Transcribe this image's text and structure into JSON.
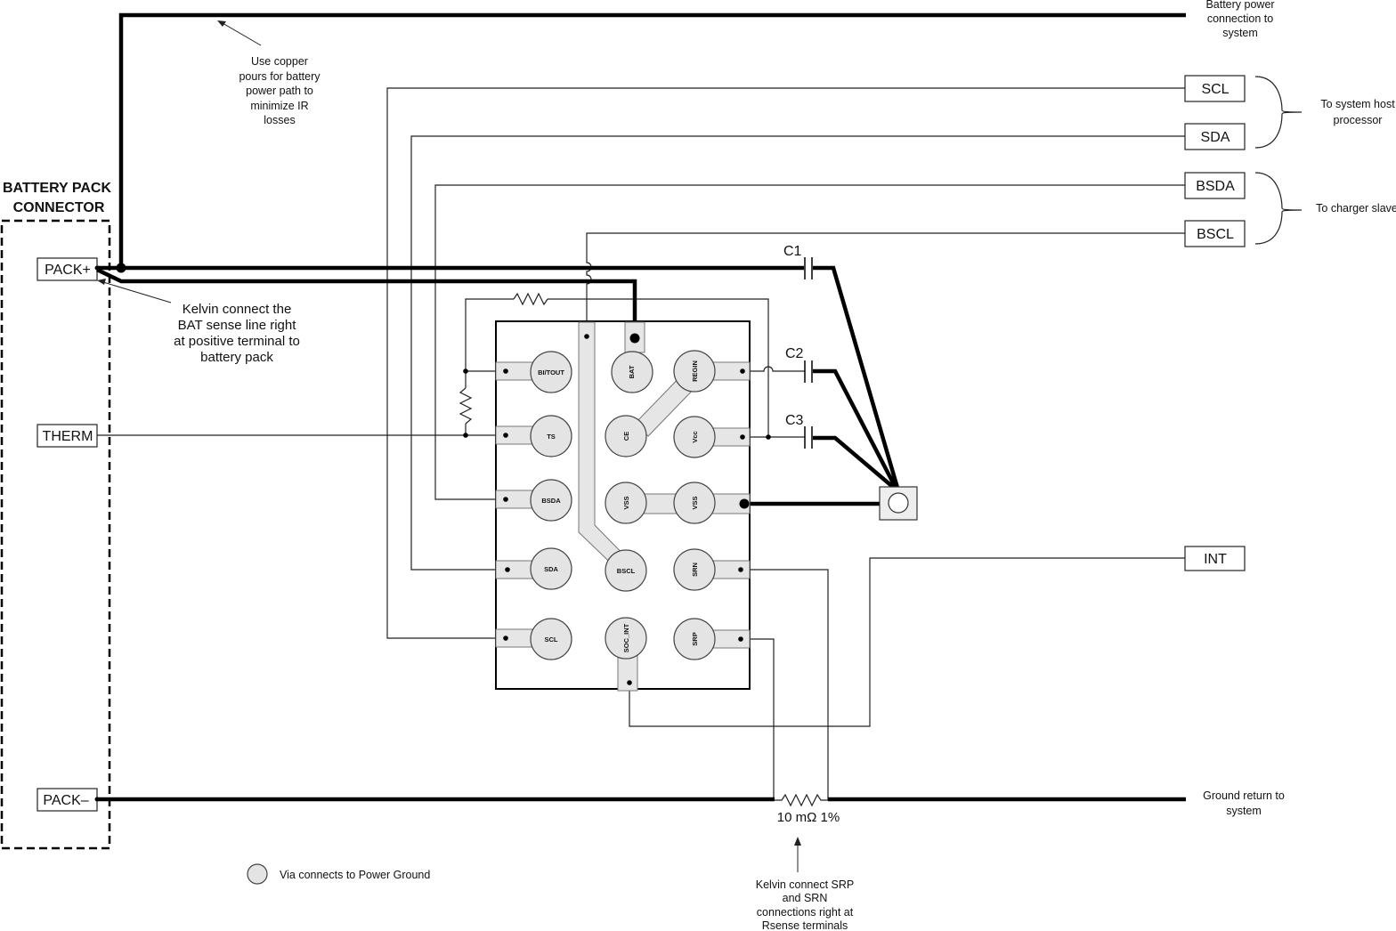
{
  "connector": {
    "header_line1": "BATTERY PACK",
    "header_line2": "CONNECTOR",
    "pack_plus": "PACK+",
    "therm": "THERM",
    "pack_minus": "PACK–"
  },
  "signals": {
    "scl": "SCL",
    "sda": "SDA",
    "bsda": "BSDA",
    "bscl": "BSCL",
    "int": "INT"
  },
  "capacitors": {
    "c1": "C1",
    "c2": "C2",
    "c3": "C3"
  },
  "resistor": {
    "sense": "10 mΩ 1%"
  },
  "pins": {
    "bi_tout": "BI/TOUT",
    "bat": "BAT",
    "regin": "REGIN",
    "ts": "TS",
    "ce": "CE",
    "vcc": "Vcc",
    "bsda": "BSDA",
    "vss_left": "VSS",
    "vss_right": "VSS",
    "sda": "SDA",
    "bscl": "BSCL",
    "srn": "SRN",
    "scl": "SCL",
    "soc_int": "SOC_INT",
    "srp": "SRP"
  },
  "notes": {
    "battery_power": [
      "Battery power",
      "connection to",
      "system"
    ],
    "copper": [
      "Use copper",
      "pours for battery",
      "power path to",
      "minimize IR",
      "losses"
    ],
    "host": [
      "To system host",
      "processor"
    ],
    "charger": "To charger slave",
    "kelvin_bat": [
      "Kelvin connect the",
      "BAT sense line right",
      "at positive terminal to",
      "battery pack"
    ],
    "ground_return": [
      "Ground return to",
      "system"
    ],
    "kelvin_srp": [
      "Kelvin connect SRP",
      "and SRN",
      "connections right at",
      "Rsense terminals"
    ],
    "via_legend": "Via connects to Power Ground"
  }
}
